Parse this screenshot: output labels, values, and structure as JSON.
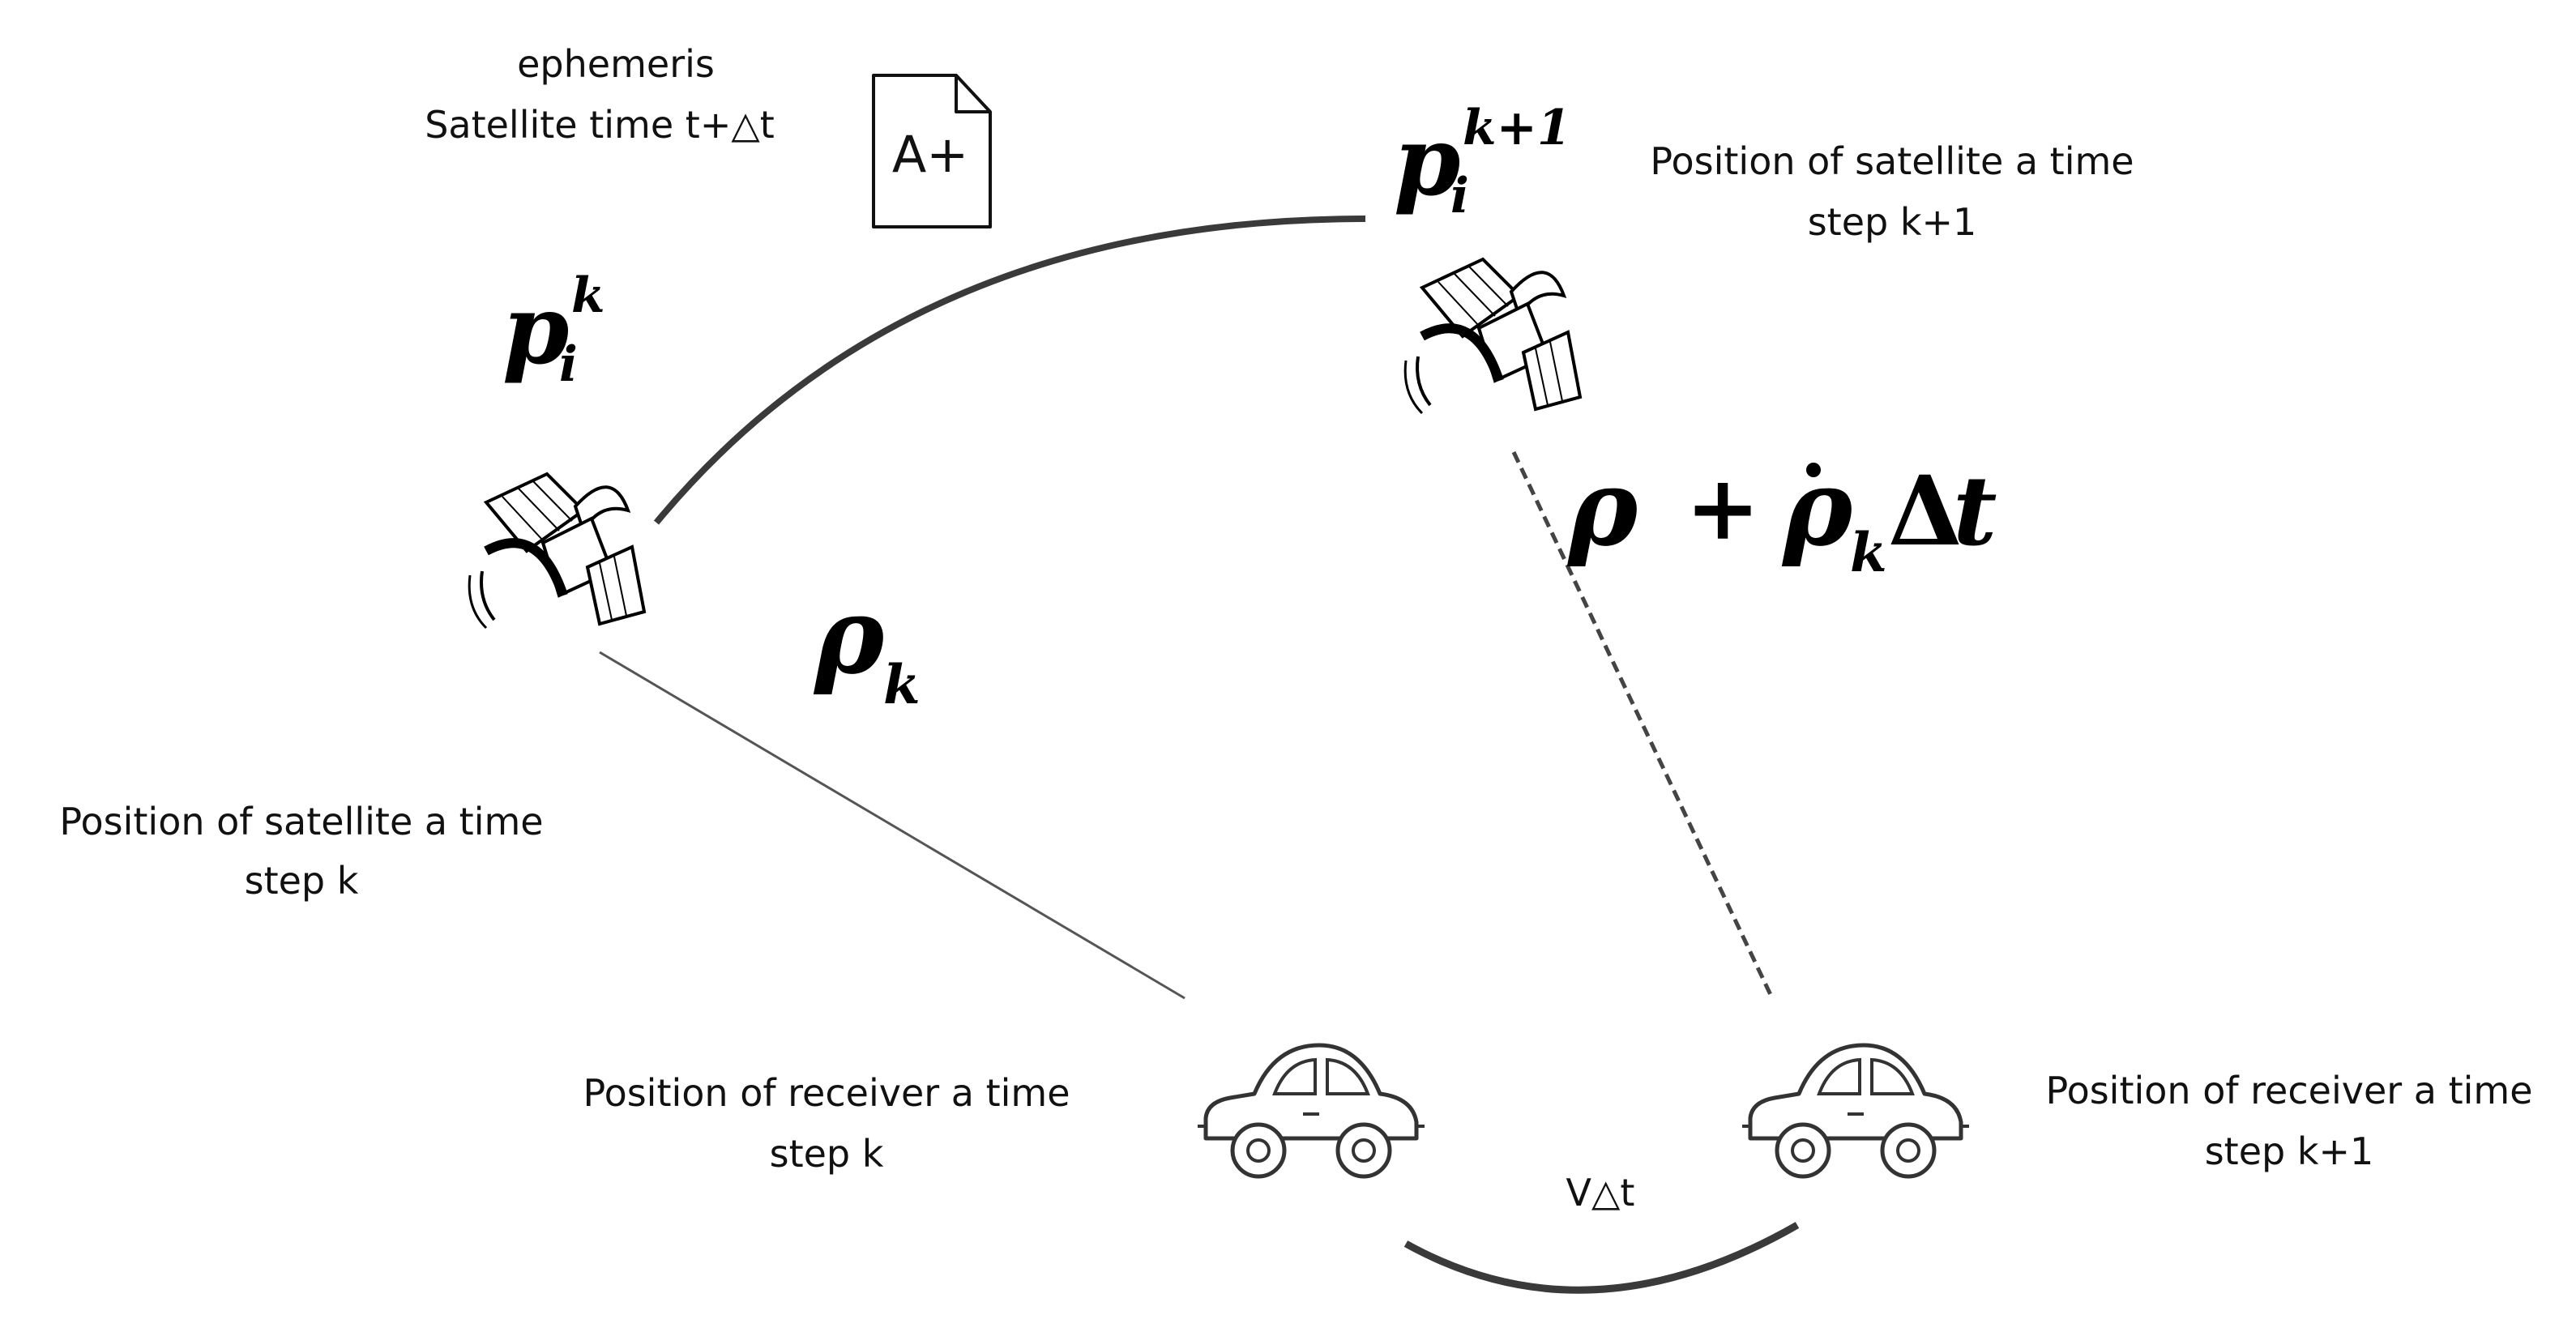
{
  "labels": {
    "ephemeris": "ephemeris",
    "satellite_time": "Satellite time t+△t",
    "document_icon_text": "A+",
    "sat_pos_k_line1": "Position of satellite a time",
    "sat_pos_k_line2": "step k",
    "sat_pos_k1_line1": "Position of satellite a time",
    "sat_pos_k1_line2": "step k+1",
    "recv_pos_k_line1": "Position of receiver a time",
    "recv_pos_k_line2": "step k",
    "recv_pos_k1_line1": "Position of receiver a time",
    "recv_pos_k1_line2": "step k+1",
    "velocity_dt": "V△t"
  },
  "math": {
    "p": "p",
    "sub_i": "i",
    "sup_k": "k",
    "sup_k1": "k+1",
    "rho": "ρ",
    "sub_k": "k",
    "plus": "+",
    "delta": "Δ",
    "t": "t"
  },
  "icons": {
    "satellite": "satellite-icon",
    "document": "document-icon",
    "car": "car-icon"
  },
  "colors": {
    "ink": "#000000",
    "line": "#3a3a3a"
  }
}
